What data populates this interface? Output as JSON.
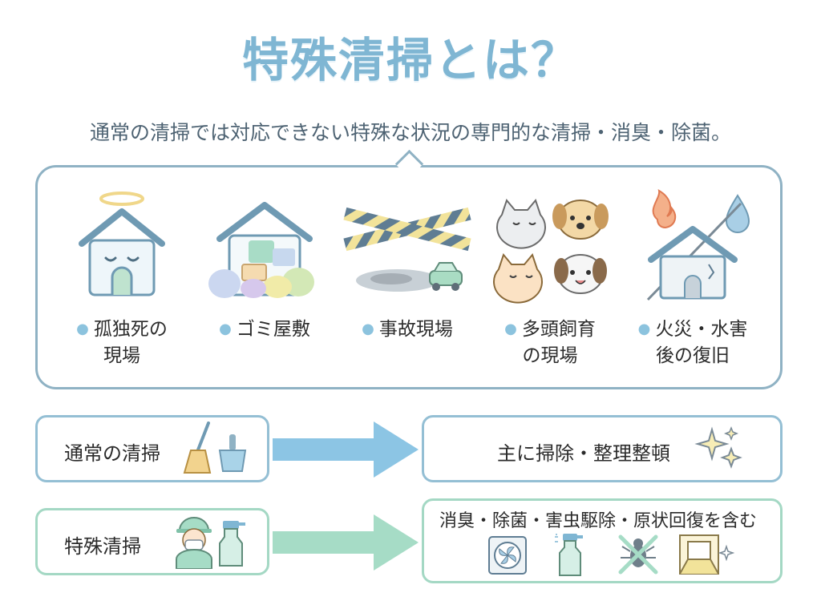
{
  "title": "特殊清掃とは？",
  "subtitle": "通常の清掃では対応できない特殊な状況の専門的な清掃・消臭・除菌。",
  "cases": [
    {
      "line1": "孤独死の",
      "line2": "現場",
      "icon": "halo-house-icon"
    },
    {
      "line1": "ゴミ屋敷",
      "line2": "",
      "icon": "garbage-house-icon"
    },
    {
      "line1": "事故現場",
      "line2": "",
      "icon": "accident-tape-icon"
    },
    {
      "line1": "多頭飼育",
      "line2": "の現場",
      "icon": "pets-icon"
    },
    {
      "line1": "火災・水害",
      "line2": "後の復旧",
      "icon": "damaged-house-icon"
    }
  ],
  "comparison": {
    "normal": {
      "label": "通常の清掃",
      "result": "主に掃除・整理整頓",
      "icons": [
        "broom-icon",
        "dustpan-icon",
        "sparkle-icon"
      ],
      "color": "#94bfd4",
      "arrow_color": "#8cc5e4"
    },
    "special": {
      "label": "特殊清掃",
      "result": "消臭・除菌・害虫駆除・原状回復を含む",
      "icons": [
        "masked-worker-icon",
        "spray-bottle-icon",
        "ventilation-fan-icon",
        "no-bug-icon",
        "clean-room-icon"
      ],
      "color": "#a4d8c4",
      "arrow_color": "#a6dcc6"
    }
  },
  "colors": {
    "title": "#7fb6d3",
    "panel_border": "#8fb2c4",
    "bullet": "#8cc3de"
  }
}
